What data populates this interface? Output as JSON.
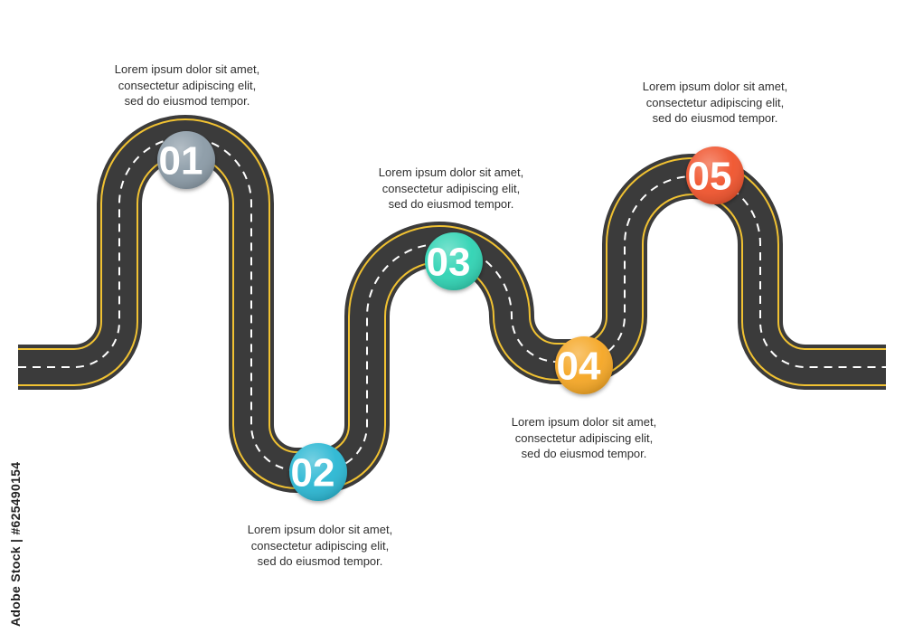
{
  "colors": {
    "asphalt": "#3b3b3b",
    "edge_line": "#f1c232",
    "center_dash": "#ffffff"
  },
  "steps": [
    {
      "number": "01",
      "color": "#8a9aa6",
      "lines": [
        "Lorem ipsum dolor sit amet,",
        "consectetur adipiscing elit,",
        "sed do eiusmod tempor."
      ]
    },
    {
      "number": "02",
      "color": "#29b7d3",
      "lines": [
        "Lorem ipsum dolor sit amet,",
        "consectetur adipiscing elit,",
        "sed do eiusmod tempor."
      ]
    },
    {
      "number": "03",
      "color": "#2ed3b3",
      "lines": [
        "Lorem ipsum dolor sit amet,",
        "consectetur adipiscing elit,",
        "sed do eiusmod tempor."
      ]
    },
    {
      "number": "04",
      "color": "#f5a623",
      "lines": [
        "Lorem ipsum dolor sit amet,",
        "consectetur adipiscing elit,",
        "sed do eiusmod tempor."
      ]
    },
    {
      "number": "05",
      "color": "#f0522b",
      "lines": [
        "Lorem ipsum dolor sit amet,",
        "consectetur adipiscing elit,",
        "sed do eiusmod tempor."
      ]
    }
  ],
  "watermark": {
    "vertical_text": "Adobe Stock | #625490154"
  }
}
